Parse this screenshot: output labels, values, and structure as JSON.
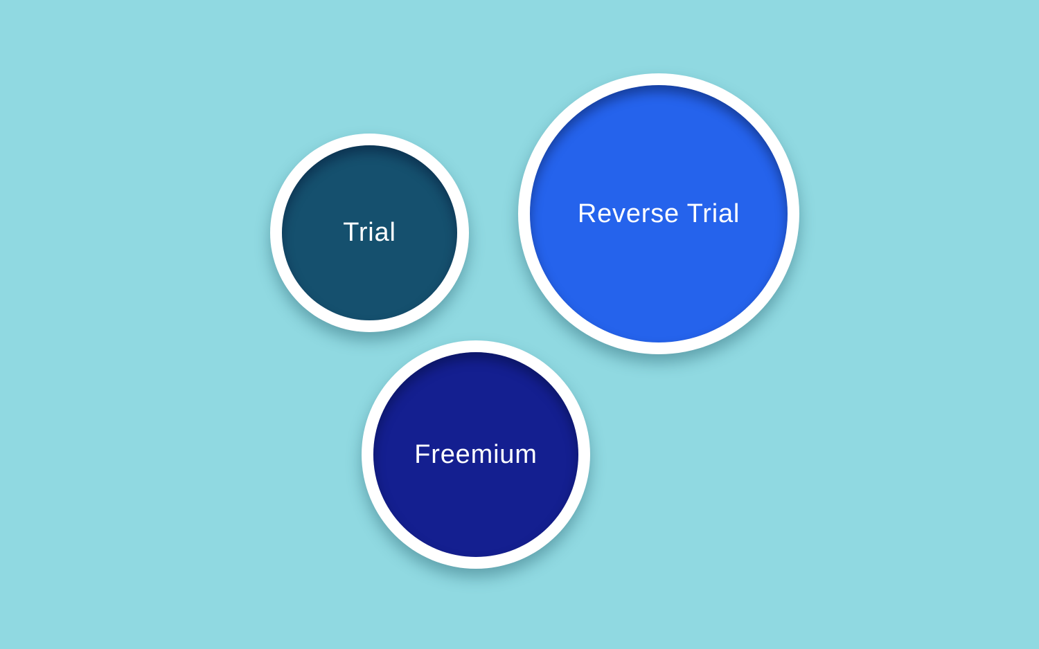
{
  "canvas": {
    "background_color": "#90d9e1"
  },
  "ring_color": "#ffffff",
  "text_color": "#ffffff",
  "bubbles": [
    {
      "id": "trial",
      "label": "Trial",
      "fill_color": "#15506e"
    },
    {
      "id": "reverse-trial",
      "label": "Reverse Trial",
      "fill_color": "#2563ec"
    },
    {
      "id": "freemium",
      "label": "Freemium",
      "fill_color": "#141f90"
    }
  ]
}
